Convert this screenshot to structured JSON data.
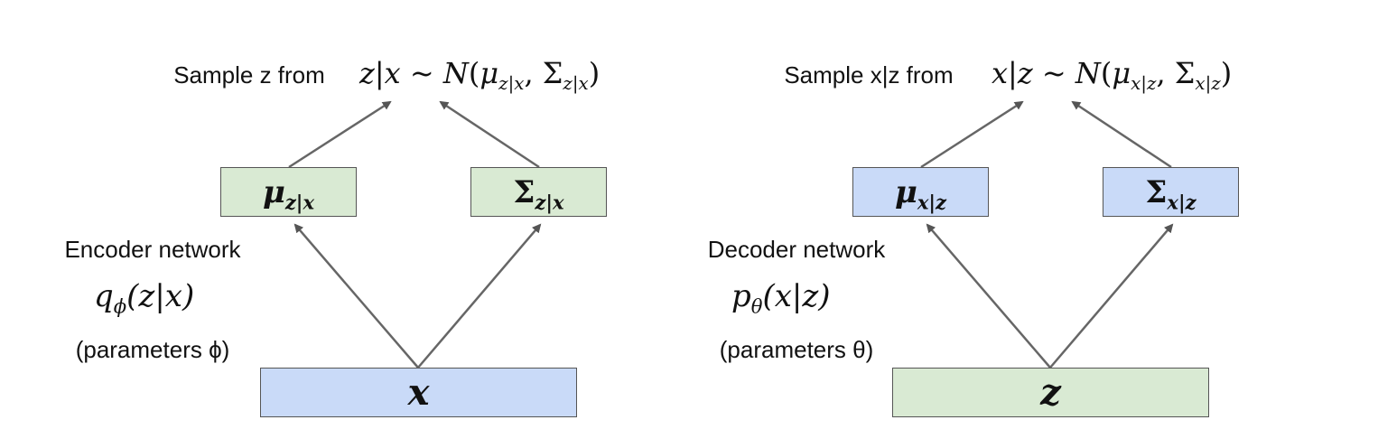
{
  "encoder": {
    "sample_label": "Sample z from",
    "sample_formula": {
      "lhs": "z|x",
      "sym": "~",
      "dist": "N",
      "mu": "μ",
      "mu_sub": "z|x",
      "sigma": "Σ",
      "sigma_sub": "z|x"
    },
    "mean_box": {
      "sym": "μ",
      "sub": "z|x",
      "color": "#d9ead3"
    },
    "cov_box": {
      "sym": "Σ",
      "sub": "z|x",
      "color": "#d9ead3"
    },
    "network_label": "Encoder network",
    "network_formula": {
      "fn": "q",
      "sub": "ϕ",
      "arg": "(z|x)"
    },
    "params_label": "(parameters ϕ)",
    "input_box": {
      "label": "x",
      "color": "#c9daf8"
    }
  },
  "decoder": {
    "sample_label": "Sample x|z from",
    "sample_formula": {
      "lhs": "x|z",
      "sym": "~",
      "dist": "N",
      "mu": "μ",
      "mu_sub": "x|z",
      "sigma": "Σ",
      "sigma_sub": "x|z"
    },
    "mean_box": {
      "sym": "μ",
      "sub": "x|z",
      "color": "#c9daf8"
    },
    "cov_box": {
      "sym": "Σ",
      "sub": "x|z",
      "color": "#c9daf8"
    },
    "network_label": "Decoder network",
    "network_formula": {
      "fn": "p",
      "sub": "θ",
      "arg": "(x|z)"
    },
    "params_label": "(parameters θ)",
    "input_box": {
      "label": "z",
      "color": "#d9ead3"
    }
  }
}
